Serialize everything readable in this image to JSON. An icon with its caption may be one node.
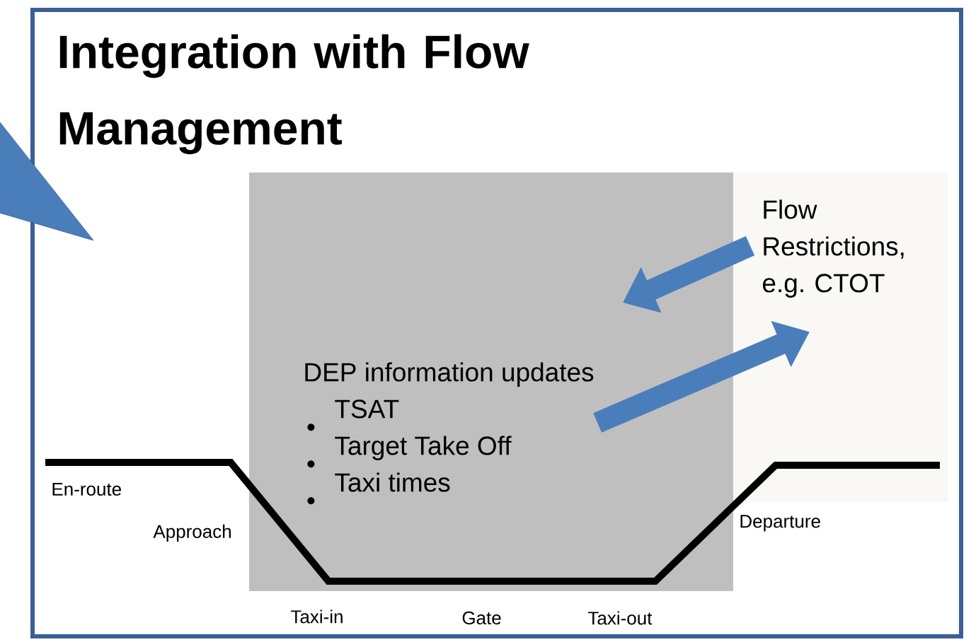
{
  "diagram": {
    "title": "Integration with Flow Management",
    "nodes": [
      {
        "text": [
          "DEP information updates",
          "TSAT",
          "Target Take Off",
          "Taxi times"
        ]
      },
      {
        "text": [
          "Flow Restrictions, e.g. CTOT"
        ]
      }
    ],
    "edges": [
      {
        "from": 1,
        "to": 0,
        "arrow": "to"
      },
      {
        "from": 0,
        "to": 1,
        "arrow": "to"
      }
    ],
    "labels": [
      "En-route",
      "Approach",
      "Taxi-in",
      "Gate",
      "Taxi-out",
      "Departure"
    ]
  }
}
